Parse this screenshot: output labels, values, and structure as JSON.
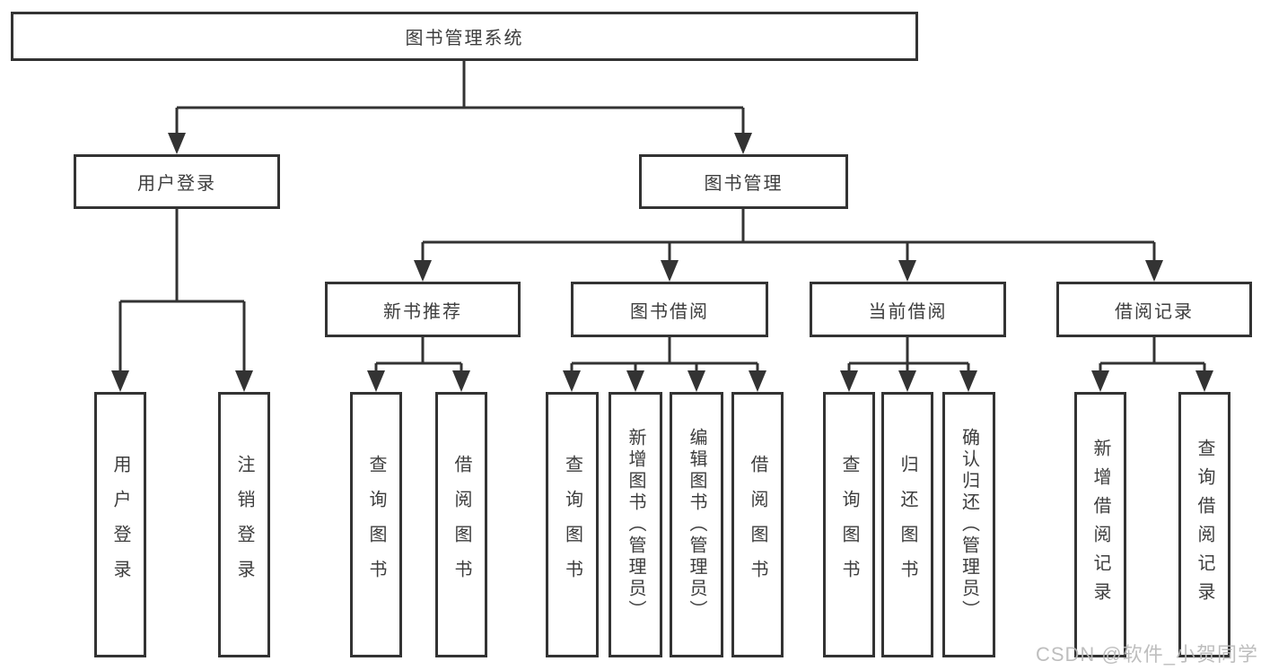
{
  "diagram_title": "图书管理系统",
  "tree": {
    "label": "图书管理系统",
    "children": [
      {
        "label": "用户登录",
        "children": [
          {
            "label": "用户登录"
          },
          {
            "label": "注销登录"
          }
        ]
      },
      {
        "label": "图书管理",
        "children": [
          {
            "label": "新书推荐",
            "children": [
              {
                "label": "查询图书"
              },
              {
                "label": "借阅图书"
              }
            ]
          },
          {
            "label": "图书借阅",
            "children": [
              {
                "label": "查询图书"
              },
              {
                "label": "新增图书（管理员）"
              },
              {
                "label": "编辑图书（管理员）"
              },
              {
                "label": "借阅图书"
              }
            ]
          },
          {
            "label": "当前借阅",
            "children": [
              {
                "label": "查询图书"
              },
              {
                "label": "归还图书"
              },
              {
                "label": "确认归还（管理员）"
              }
            ]
          },
          {
            "label": "借阅记录",
            "children": [
              {
                "label": "新增借阅记录"
              },
              {
                "label": "查询借阅记录"
              }
            ]
          }
        ]
      }
    ]
  },
  "watermark": {
    "text": "CSDN @软件_小贺同学"
  },
  "colors": {
    "line": "#333333",
    "box_border": "#333333",
    "box_fill": "#ffffff",
    "text": "#3d3d3d",
    "watermark": "#b9b9b9"
  }
}
